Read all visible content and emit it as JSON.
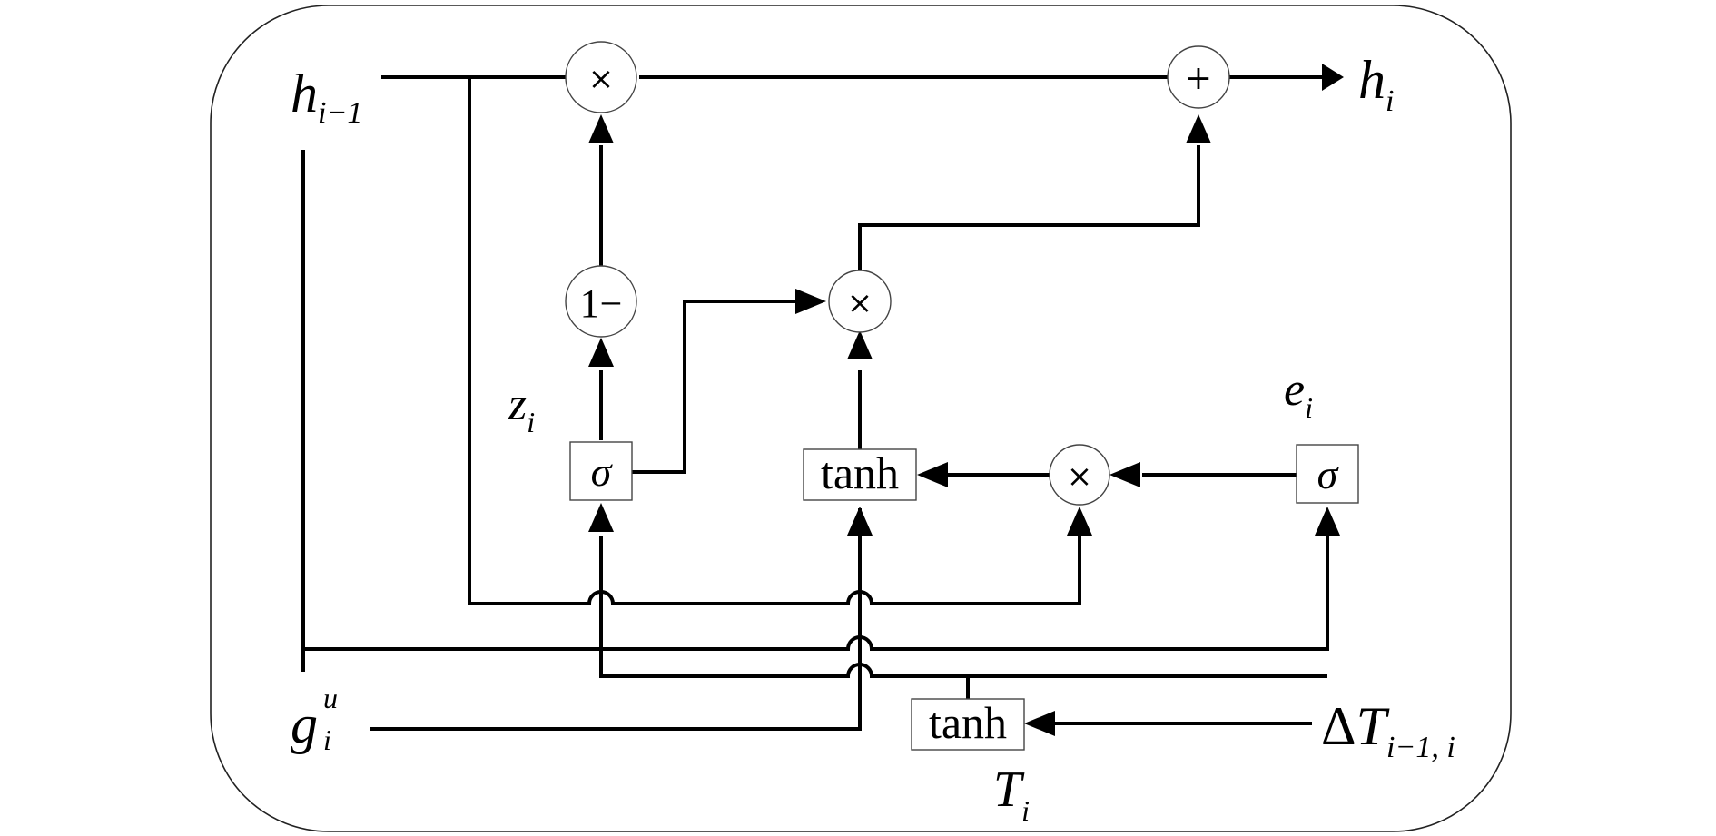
{
  "labels": {
    "h_prev": {
      "base": "h",
      "sub": "i−1"
    },
    "h_out": {
      "base": "h",
      "sub": "i"
    },
    "z": {
      "base": "z",
      "sub": "i"
    },
    "e": {
      "base": "e",
      "sub": "i"
    },
    "g": {
      "base": "g",
      "sub": "i",
      "sup": "u"
    },
    "delta": {
      "delta": "Δ",
      "base": "T",
      "sub": "i−1, i"
    },
    "T": {
      "base": "T",
      "sub": "i"
    }
  },
  "operators": {
    "multiply": "×",
    "add": "+",
    "one_minus": "1−",
    "sigma": "σ",
    "tanh": "tanh"
  }
}
